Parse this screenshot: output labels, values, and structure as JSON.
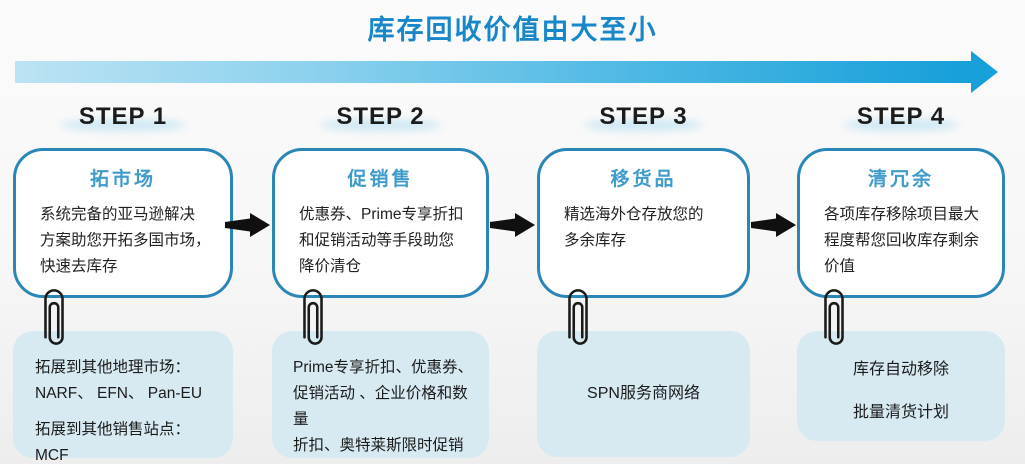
{
  "title": "库存回收价值由大至小",
  "flow": {
    "arrow_icon": "arrow-right-icon",
    "direction": "left-to-right",
    "gradient_start": "#bce3f3",
    "gradient_end": "#169fd9"
  },
  "colors": {
    "title_blue": "#1787c9",
    "box_border_blue": "#2a86b7",
    "box_header_blue": "#3f9bca",
    "note_box_fill": "#d7eaf2",
    "body_text": "#222222",
    "connector_black": "#101010"
  },
  "icons": {
    "attachment": "paperclip-icon",
    "step_connector": "arrow-right-icon"
  },
  "steps": [
    {
      "label": "STEP 1",
      "header": "拓市场",
      "body": "系统完备的亚马逊解决\n方案助您开拓多国市场，\n快速去库存",
      "note_lines": [
        "拓展到其他地理市场：",
        "NARF、 EFN、 Pan-EU",
        "拓展到其他销售站点：MCF"
      ]
    },
    {
      "label": "STEP 2",
      "header": "促销售",
      "body": "优惠券、Prime专享折扣\n和促销活动等手段助您\n降价清仓",
      "note_lines": [
        "Prime专享折扣、优惠券、",
        "促销活动 、企业价格和数量",
        "折扣、奥特莱斯限时促销"
      ]
    },
    {
      "label": "STEP 3",
      "header": "移货品",
      "body": "精选海外仓存放您的\n多余库存",
      "note_lines": [
        "SPN服务商网络"
      ]
    },
    {
      "label": "STEP 4",
      "header": "清冗余",
      "body": "各项库存移除项目最大\n程度帮您回收库存剩余\n价值",
      "note_lines": [
        "库存自动移除",
        "批量清货计划"
      ]
    }
  ]
}
